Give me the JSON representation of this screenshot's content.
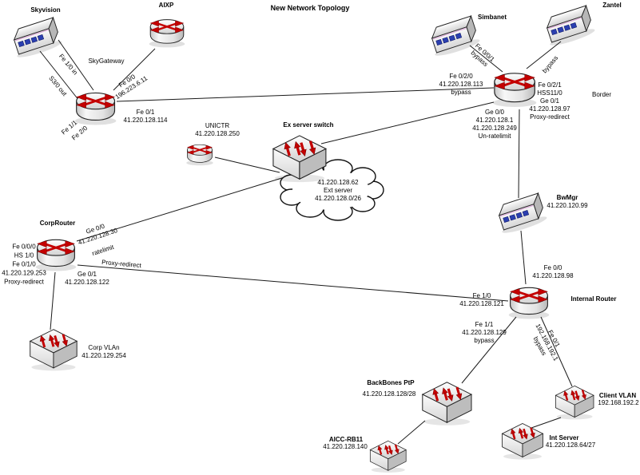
{
  "title": "New Network Topology",
  "colors": {
    "arrow_red": "#c40000",
    "port_blue": "#2b3fb0",
    "line_black": "#1a1a1a"
  },
  "nodes": {
    "skyvision": {
      "name": "Skyvision",
      "type": "workgroup-switch-box"
    },
    "aixp": {
      "name": "AIXP",
      "type": "router"
    },
    "skygateway": {
      "name": "SkyGateway",
      "type": "router"
    },
    "simbanet": {
      "name": "Simbanet",
      "type": "workgroup-switch-box"
    },
    "zantel": {
      "name": "Zantel",
      "type": "workgroup-switch-box"
    },
    "border": {
      "name": "Border",
      "type": "router"
    },
    "unictr": {
      "name": "UNICTR",
      "ip": "41.220.128.250",
      "type": "router"
    },
    "ex_switch": {
      "name": "Ex server switch",
      "type": "switch"
    },
    "cloud": {
      "l1": "41.220.128.62",
      "l2": "Ext server",
      "l3": "41.220.128.0/26",
      "type": "cloud"
    },
    "corp_router": {
      "name": "CorpRouter",
      "type": "router"
    },
    "bwmgr": {
      "name": "BwMgr",
      "ip": "41.220.120.99",
      "type": "workgroup-switch-box"
    },
    "internal_router": {
      "name": "Internal Router",
      "type": "router"
    },
    "corp_vlan": {
      "name": "Corp VLAn",
      "ip": "41.220.129.254",
      "type": "switch"
    },
    "backbones": {
      "name": "BackBones PtP",
      "ip": "41.220.128.128/28",
      "type": "switch"
    },
    "aicc": {
      "name": "AICC-RB11",
      "ip": "41.220.128.140",
      "type": "switch"
    },
    "client_vlan": {
      "name": "Client VLAN",
      "ip": "192.168.192.2",
      "type": "switch"
    },
    "int_server": {
      "name": "Int Server",
      "ip": "41.220.128.64/27",
      "type": "switch"
    }
  },
  "edge_labels": {
    "fe10_in": "Fe 1/0 in",
    "s30_out": "S3/0 out",
    "fe11": "Fe 1/1",
    "fe20": "Fe 2/0",
    "fe00_aixp": {
      "l1": "Fe 0/0",
      "l2": "196.223.6.11"
    },
    "fe01_114": {
      "l1": "Fe 0/1",
      "l2": "41.220.128.114"
    },
    "fe020_113": {
      "l1": "Fe 0/2/0",
      "l2": "41.220.128.113",
      "l3": "bypass"
    },
    "fe001": {
      "l1": "Fe 0/0/1",
      "l2": "bypass"
    },
    "zantel_bypass": "bypass",
    "border_right": {
      "l1": "Fe 0/2/1",
      "l2": "HSS11/0",
      "l3": "Ge 0/1",
      "l4": "41.220.128.97",
      "l5": "Proxy-redirect"
    },
    "ge00_border": {
      "l1": "Ge 0/0",
      "l2": "41.220.128.1",
      "l3": "41.220.128.249",
      "l4": "Un-ratelimit"
    },
    "ge00_corp": {
      "l1": "Ge 0/0",
      "l2": "41.220.128.30"
    },
    "ratelimit": "ratelimit",
    "corp_left": {
      "l1": "Fe 0/0/0",
      "l2": "HS 1/0",
      "l3": "Fe 0/1/0",
      "l4": "41.220.129.253",
      "l5": "Proxy-redirect"
    },
    "proxy_redirect": "Proxy-redirect",
    "ge01_corp": {
      "l1": "Ge 0/1",
      "l2": "41.220.128.122"
    },
    "fe00_98": {
      "l1": "Fe 0/0",
      "l2": "41.220.128.98"
    },
    "fe10_121": {
      "l1": "Fe 1/0",
      "l2": "41.220.128.121"
    },
    "fe11_129": {
      "l1": "Fe 1/1",
      "l2": "41.220.128.129",
      "l3": "bypass"
    },
    "fe01_192": {
      "l1": "Fe 0/1",
      "l2": "192.168.192.1",
      "l3": "bypass"
    }
  }
}
